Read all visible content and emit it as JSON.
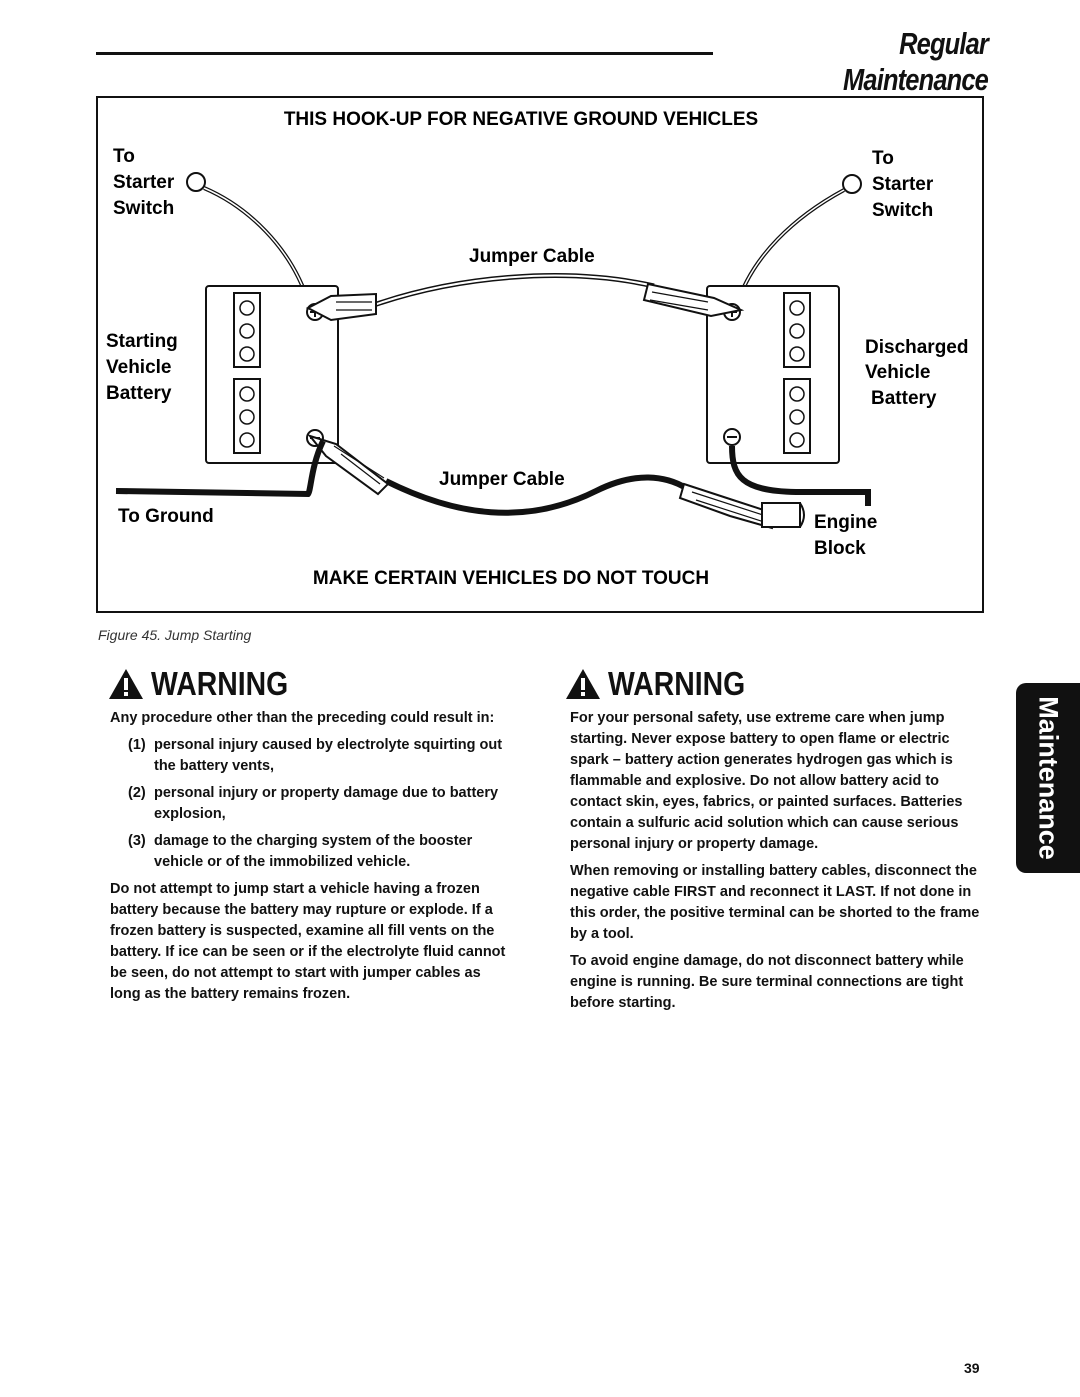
{
  "header": {
    "title": "Regular Maintenance"
  },
  "side_tab": {
    "label": "Maintenance"
  },
  "figure": {
    "title": "THIS HOOK-UP FOR NEGATIVE GROUND VEHICLES",
    "footer": "MAKE CERTAIN VEHICLES DO NOT TOUCH",
    "left_starter": [
      "To",
      "Starter",
      "Switch"
    ],
    "right_starter": [
      "To",
      "Starter",
      "Switch"
    ],
    "jumper_cable_top": "Jumper Cable",
    "jumper_cable_bottom": "Jumper Cable",
    "starting_battery": [
      "Starting",
      "Vehicle",
      "Battery"
    ],
    "discharged_battery": [
      "Discharged",
      "Vehicle",
      "Battery"
    ],
    "to_ground": "To Ground",
    "engine_block": [
      "Engine",
      "Block"
    ],
    "caption": "Figure 45.  Jump Starting"
  },
  "warning_left": {
    "heading": "WARNING",
    "intro": "Any procedure other than the preceding could result in:",
    "items": [
      {
        "num": "(1)",
        "text": "personal injury caused by electrolyte squirting out the battery vents,"
      },
      {
        "num": "(2)",
        "text": "personal injury or property damage due to battery explosion,"
      },
      {
        "num": "(3)",
        "text": "damage to the charging system of the booster vehicle or of the immobilized vehicle."
      }
    ],
    "paragraph": "Do not attempt to jump start a vehicle having a frozen battery because the battery may rupture or explode. If a frozen battery is suspected, examine all fill vents on the battery. If ice can be seen or if the electrolyte fluid cannot be seen, do not attempt to start with jumper cables as long as the battery remains frozen."
  },
  "warning_right": {
    "heading": "WARNING",
    "paragraphs": [
      "For your personal safety, use extreme care when jump starting. Never expose battery to open flame or electric spark – battery action generates hydrogen gas which is flammable and explosive. Do not allow battery acid to contact skin, eyes, fabrics, or painted surfaces. Batteries contain a sulfuric acid solution which can cause serious personal injury or property damage.",
      "When removing or installing battery cables, disconnect the negative cable FIRST and reconnect it LAST. If not done in this order, the positive terminal can be shorted to the frame by a tool.",
      "To avoid engine damage, do not disconnect battery while engine is running. Be sure terminal connections are tight before starting."
    ]
  },
  "page_number": "39"
}
